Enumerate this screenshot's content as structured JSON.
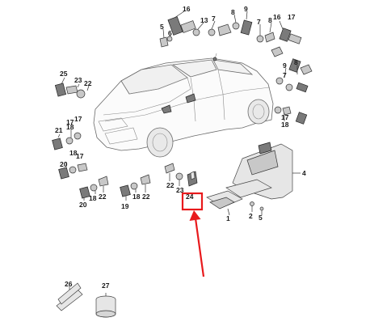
{
  "diagram": {
    "callouts": {
      "c1": "1",
      "c2": "2",
      "c4": "4",
      "c5": "5",
      "c6": "6",
      "c7": "7",
      "c8": "8",
      "c9": "9",
      "c13": "13",
      "c16": "16",
      "c17": "17",
      "c18": "18",
      "c19": "19",
      "c20": "20",
      "c21": "21",
      "c22": "22",
      "c23": "23",
      "c24": "24",
      "c25": "25",
      "c26": "26",
      "c27": "27"
    },
    "highlight_color": "#e8191c",
    "highlighted_callout": "24"
  }
}
